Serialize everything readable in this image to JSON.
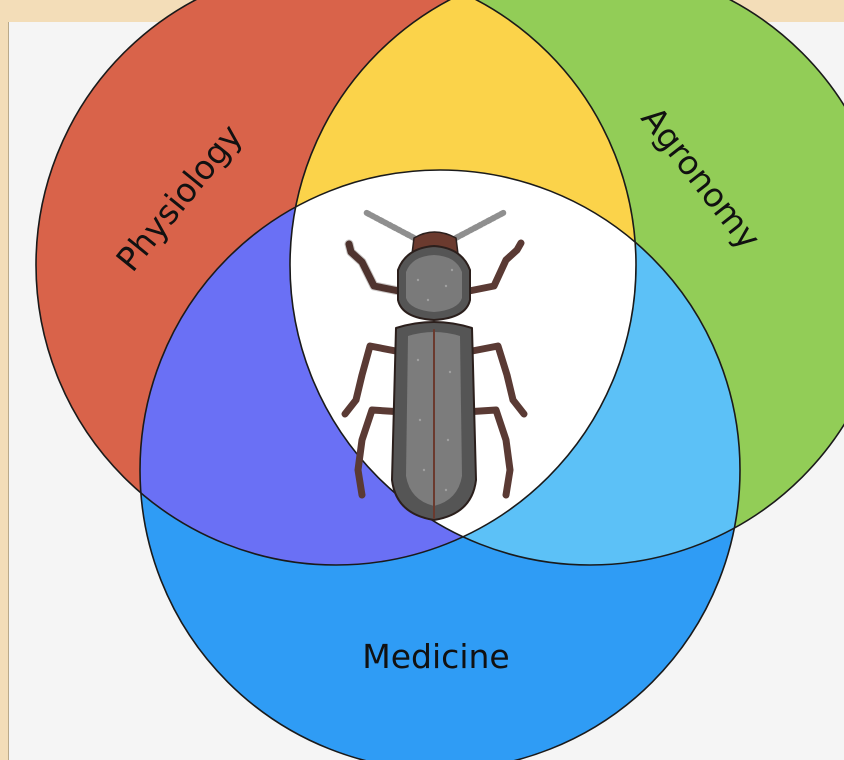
{
  "labels": {
    "physiology": "Physiology",
    "agronomy": "Agronomy",
    "medicine": "Medicine"
  },
  "colors": {
    "background": "#f3ddb8",
    "physiology": "#d9634a",
    "agronomy": "#92cd57",
    "medicine": "#2f9cf5",
    "physiology_agronomy": "#fbd34a",
    "physiology_medicine": "#6a70f5",
    "agronomy_medicine": "#5cc1f7",
    "center": "#ffffff"
  },
  "center_icon": "beetle-icon"
}
